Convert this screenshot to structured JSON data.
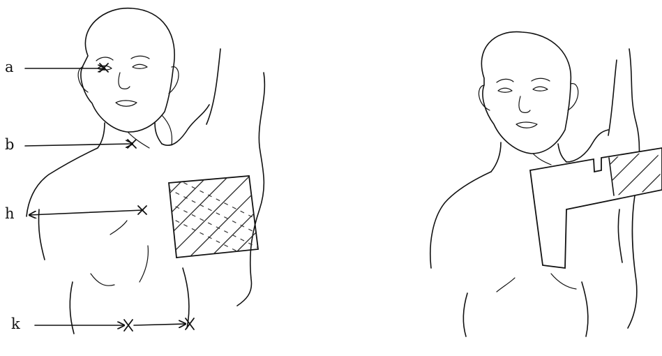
{
  "labels": {
    "a": "a",
    "b": "b",
    "h": "h",
    "k": "k"
  }
}
